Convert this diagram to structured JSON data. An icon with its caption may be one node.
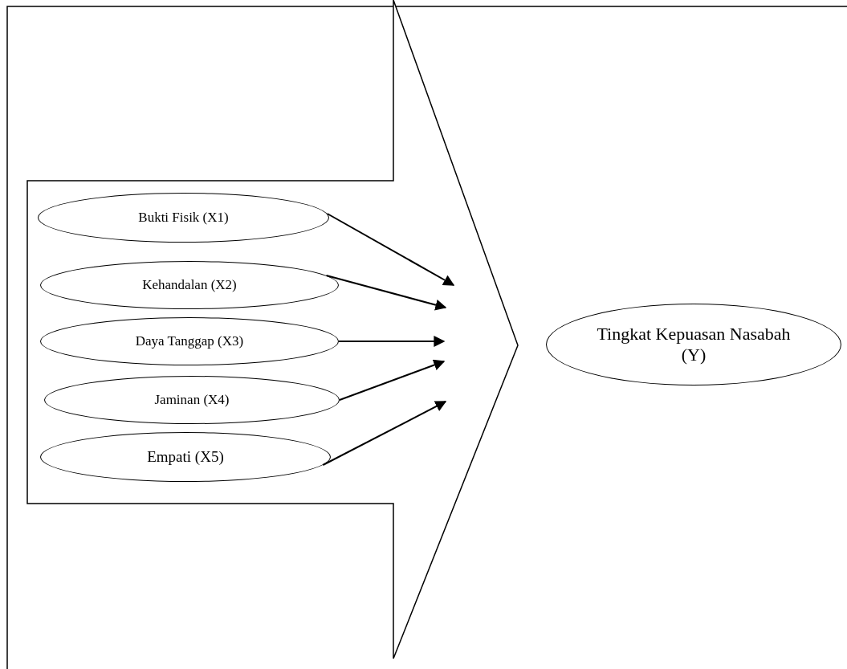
{
  "diagram": {
    "nodes": [
      {
        "text": [],
        "shape": "arrow"
      },
      {
        "text": [
          "Bukti Fisik (X1)"
        ],
        "in": 0
      },
      {
        "text": [
          "Kehandalan (X2)"
        ],
        "in": 0
      },
      {
        "text": [
          "Daya Tanggap (X3)"
        ],
        "in": 0
      },
      {
        "text": [
          "Jaminan (X4)"
        ],
        "in": 0
      },
      {
        "text": [
          "Empati (X5)"
        ],
        "in": 0
      },
      {
        "text": [
          "Tingkat Kepuasan Nasabah (Y)"
        ]
      }
    ],
    "edges": [
      {
        "from": 1,
        "to": null,
        "arrow": "to"
      },
      {
        "from": 2,
        "to": null,
        "arrow": "to"
      },
      {
        "from": 3,
        "to": null,
        "arrow": "to"
      },
      {
        "from": 4,
        "to": null,
        "arrow": "to"
      },
      {
        "from": 5,
        "to": null,
        "arrow": "to"
      }
    ]
  }
}
